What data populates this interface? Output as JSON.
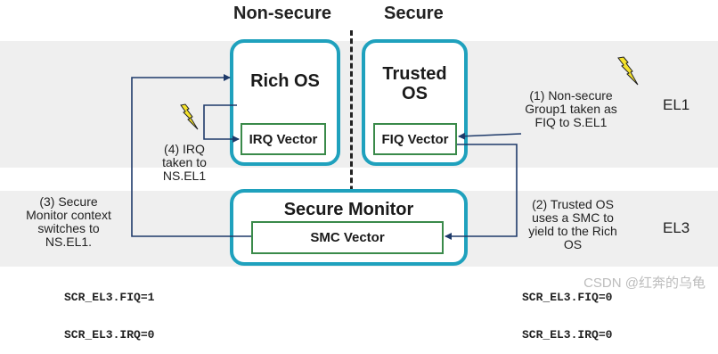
{
  "headers": {
    "non_secure": "Non-secure",
    "secure": "Secure"
  },
  "levels": {
    "el1": "EL1",
    "el3": "EL3"
  },
  "boxes": {
    "rich_os": "Rich OS",
    "trusted_os_line1": "Trusted",
    "trusted_os_line2": "OS",
    "secure_monitor": "Secure Monitor"
  },
  "vectors": {
    "irq": "IRQ Vector",
    "fiq": "FIQ Vector",
    "smc": "SMC Vector"
  },
  "notes": {
    "n1": [
      "(1) Non-secure",
      "Group1 taken as",
      "FIQ to S.EL1"
    ],
    "n2": [
      "(2) Trusted OS",
      "uses a SMC to",
      "yield to the Rich",
      "OS"
    ],
    "n3": [
      "(3) Secure",
      "Monitor context",
      "switches to",
      "NS.EL1."
    ],
    "n4": [
      "(4) IRQ",
      "taken to",
      "NS.EL1"
    ]
  },
  "registers": {
    "left": [
      "SCR_EL3.FIQ=1",
      "SCR_EL3.IRQ=0"
    ],
    "right": [
      "SCR_EL3.FIQ=0",
      "SCR_EL3.IRQ=0"
    ]
  },
  "watermark": "CSDN @红奔的乌龟",
  "colors": {
    "box_border": "#1fa1bd",
    "vector_border": "#3a8a4a",
    "band": "#efefef",
    "lightning": "#f5e22a"
  }
}
